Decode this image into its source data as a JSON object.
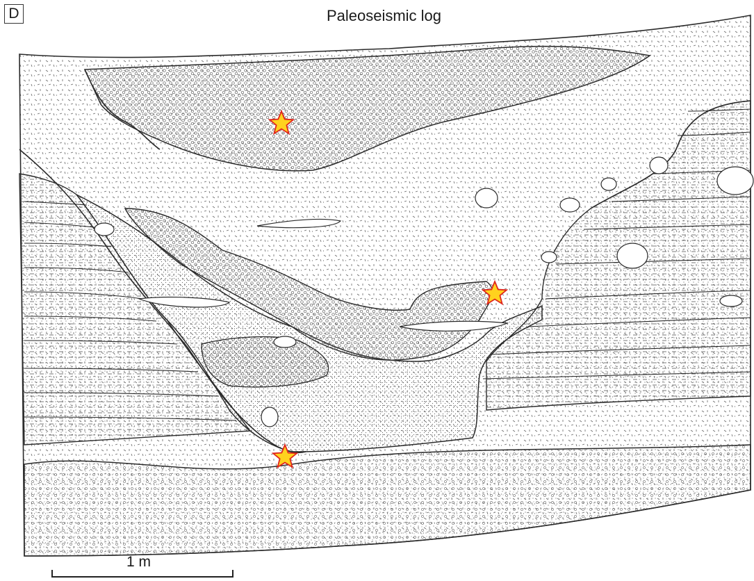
{
  "figure": {
    "panel_label": "D",
    "title": "Paleoseismic log"
  },
  "scale_bar": {
    "label": "1 m"
  },
  "colors": {
    "line": "#2a2a2a",
    "star_fill": "#ffd21e",
    "star_stroke": "#e0261c",
    "background": "#ffffff"
  },
  "markers": {
    "icon": "star-icon",
    "count": 3
  }
}
